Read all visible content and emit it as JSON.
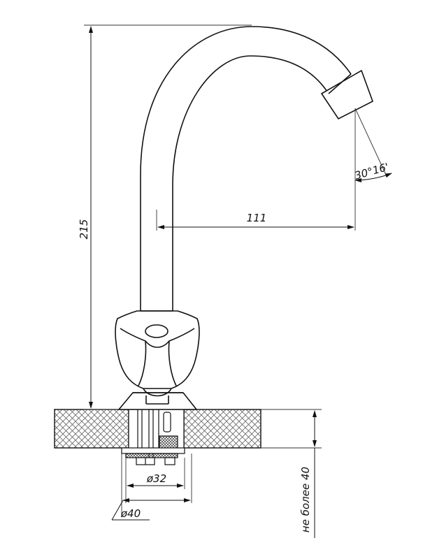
{
  "colors": {
    "line": "#111111",
    "dimension": "#333333",
    "hatch": "#555555",
    "background": "#ffffff"
  },
  "dimensions": {
    "height": "215",
    "reach": "111",
    "angle": "30°16'",
    "inner_diameter": "ø32",
    "outer_diameter": "ø40",
    "countertop_thickness": "не более 40"
  }
}
